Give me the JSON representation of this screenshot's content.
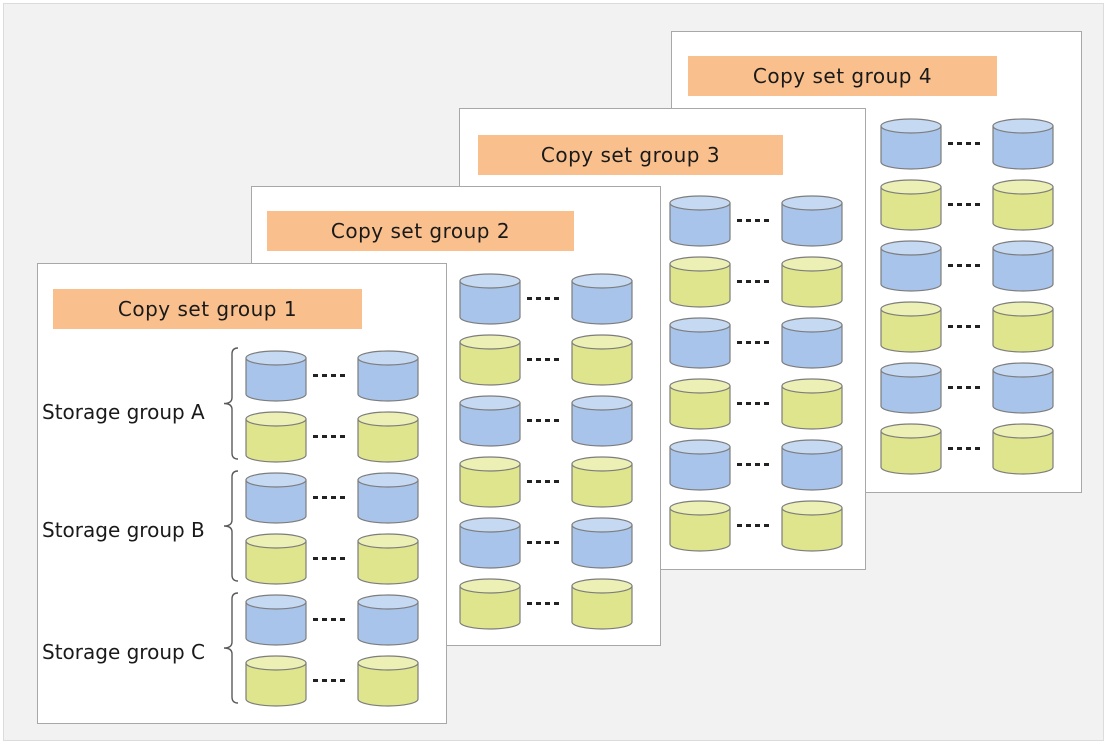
{
  "groups": [
    {
      "title": "Copy set group 1"
    },
    {
      "title": "Copy set group 2"
    },
    {
      "title": "Copy set group 3"
    },
    {
      "title": "Copy set group 4"
    }
  ],
  "storage_groups": [
    {
      "label": "Storage group A"
    },
    {
      "label": "Storage group B"
    },
    {
      "label": "Storage group C"
    }
  ],
  "pair_colors": [
    "blue",
    "yellow",
    "blue",
    "yellow",
    "blue",
    "yellow"
  ],
  "colors": {
    "blue_fill": "#a8c4ea",
    "blue_top": "#c6d9f2",
    "yellow_fill": "#dfe58c",
    "yellow_top": "#ecf0b4",
    "outline": "#7d7d7d",
    "title_bg": "#f9c08e"
  }
}
